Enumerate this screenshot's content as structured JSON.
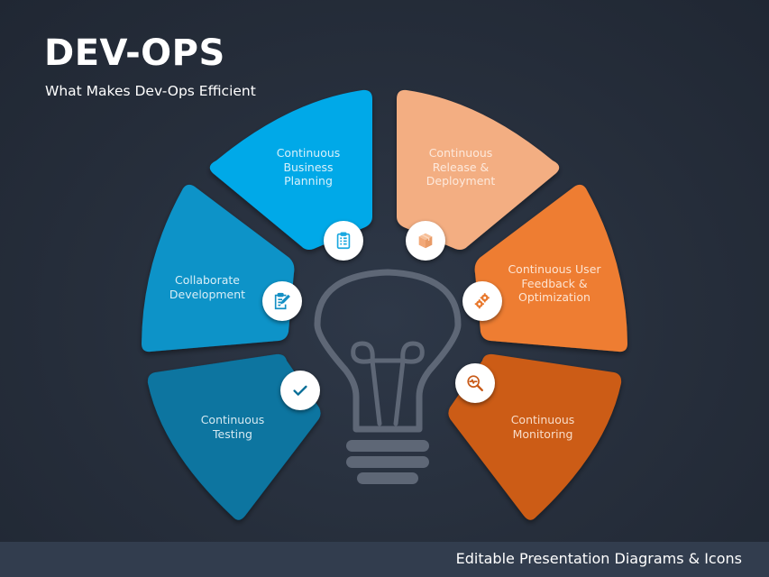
{
  "header": {
    "title": "DEV-OPS",
    "subtitle": "What Makes Dev-Ops Efficient"
  },
  "diagram": {
    "center_icon": "lightbulb-icon",
    "segments": [
      {
        "label": "Continuous\nBusiness\nPlanning",
        "color": "#04a9e8",
        "text_color": "#d8f1fb",
        "icon": "clipboard-list-icon",
        "icon_color": "#1aa8e0"
      },
      {
        "label": "Collaborate\nDevelopment",
        "color": "#0c93c8",
        "text_color": "#d8eef7",
        "icon": "clipboard-edit-icon",
        "icon_color": "#148fc4"
      },
      {
        "label": "Continuous\nTesting",
        "color": "#0774a0",
        "text_color": "#d5e9f1",
        "icon": "checkmark-icon",
        "icon_color": "#0b6f98"
      },
      {
        "label": "Continuous\nRelease &\nDeployment",
        "color": "#f3ae82",
        "text_color": "#fde9dc",
        "icon": "package-box-icon",
        "icon_color": "#f2a878"
      },
      {
        "label": "Continuous User\nFeedback &\nOptimization",
        "color": "#ee7d30",
        "text_color": "#fde4d2",
        "icon": "gears-icon",
        "icon_color": "#e8782c"
      },
      {
        "label": "Continuous\nMonitoring",
        "color": "#cc5c14",
        "text_color": "#f8dcc8",
        "icon": "search-pulse-icon",
        "icon_color": "#c85a18"
      }
    ]
  },
  "footer": {
    "text": "Editable Presentation Diagrams & Icons"
  }
}
